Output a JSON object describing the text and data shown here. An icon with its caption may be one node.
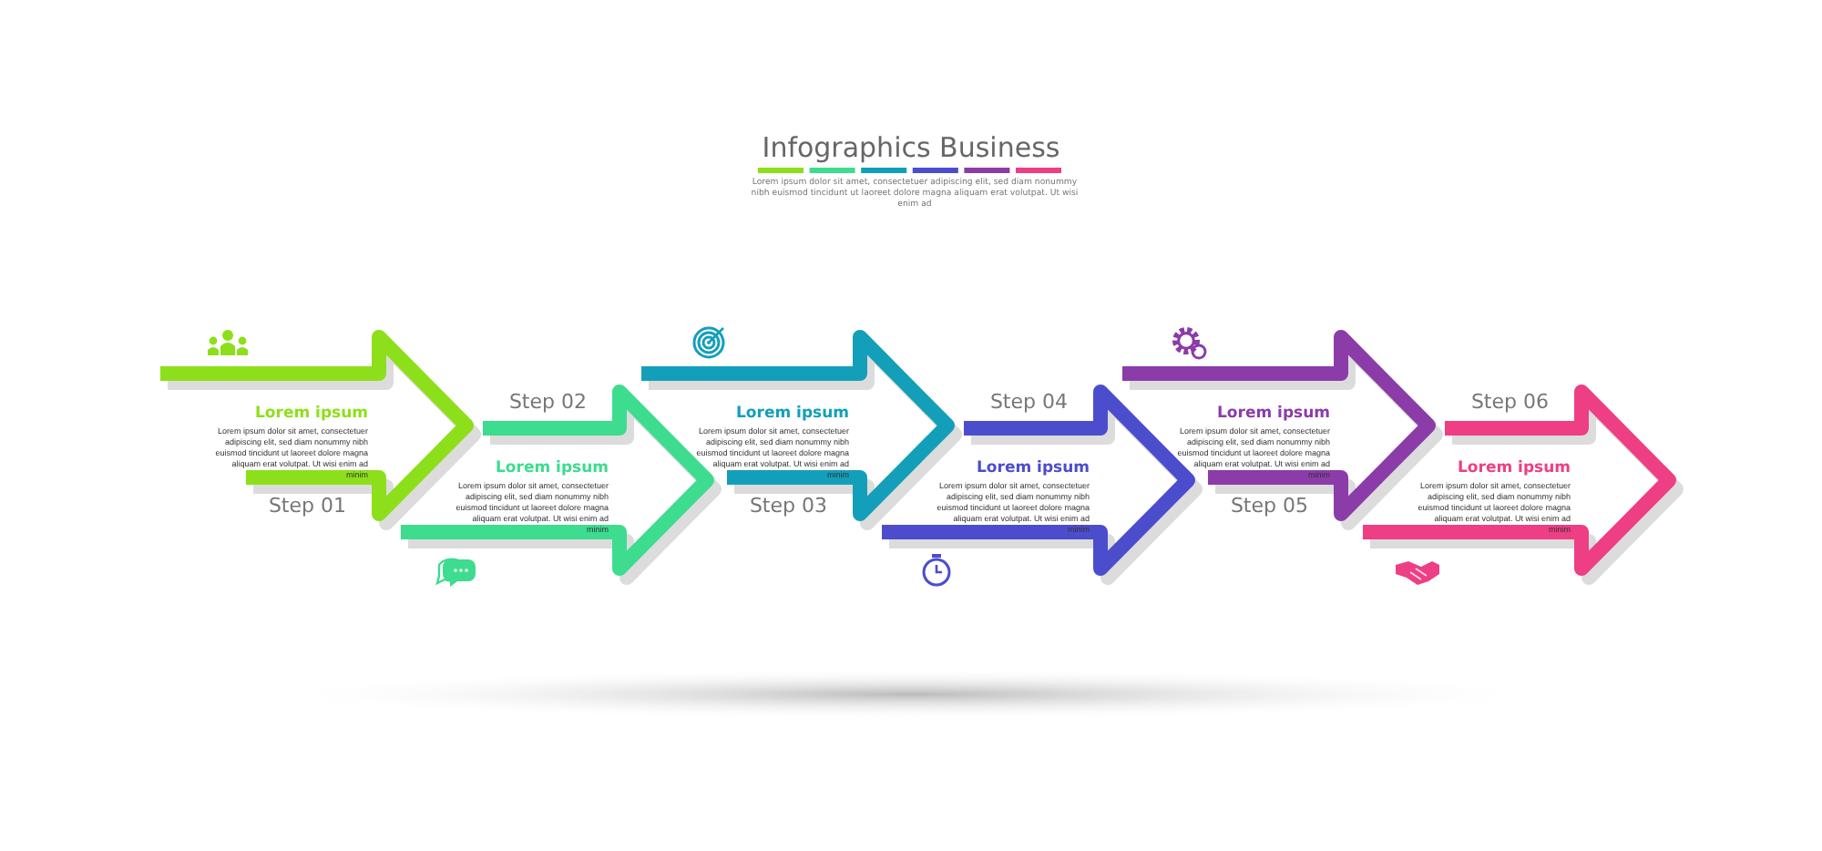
{
  "diagram": {
    "title": "Infographics Business",
    "nodes": [
      {
        "text": [
          "Lorem ipsum",
          "Lorem ipsum dolor sit amet, consectetuer adipiscing elit, sed diam nonummy nibh euismod tincidunt ut laoreet dolore magna aliquam erat volutpat. Ut wisi enim ad minim",
          "Step 01"
        ]
      },
      {
        "text": [
          "Step 02",
          "Lorem ipsum",
          "Lorem ipsum dolor sit amet, consectetuer adipiscing elit, sed diam nonummy nibh euismod tincidunt ut laoreet dolore magna aliquam erat volutpat. Ut wisi enim ad minim"
        ]
      },
      {
        "text": [
          "Lorem ipsum",
          "Lorem ipsum dolor sit amet, consectetuer adipiscing elit, sed diam nonummy nibh euismod tincidunt ut laoreet dolore magna aliquam erat volutpat. Ut wisi enim ad minim",
          "Step 03"
        ]
      },
      {
        "text": [
          "Step 04",
          "Lorem ipsum",
          "Lorem ipsum dolor sit amet, consectetuer adipiscing elit, sed diam nonummy nibh euismod tincidunt ut laoreet dolore magna aliquam erat volutpat. Ut wisi enim ad minim"
        ]
      },
      {
        "text": [
          "Lorem ipsum",
          "Lorem ipsum dolor sit amet, consectetuer adipiscing elit, sed diam nonummy nibh euismod tincidunt ut laoreet dolore magna aliquam erat volutpat. Ut wisi enim ad minim",
          "Step 05"
        ]
      },
      {
        "text": [
          "Step 06",
          "Lorem ipsum",
          "Lorem ipsum dolor sit amet, consectetuer adipiscing elit, sed diam nonummy nibh euismod tincidunt ut laoreet dolore magna aliquam erat volutpat. Ut wisi enim ad minim"
        ]
      }
    ],
    "labels": [
      "Lorem ipsum dolor sit amet, consectetuer adipiscing elit, sed diam nonummy nibh euismod tincidunt ut laoreet dolore magna aliquam erat volutpat. Ut wisi enim ad"
    ]
  }
}
